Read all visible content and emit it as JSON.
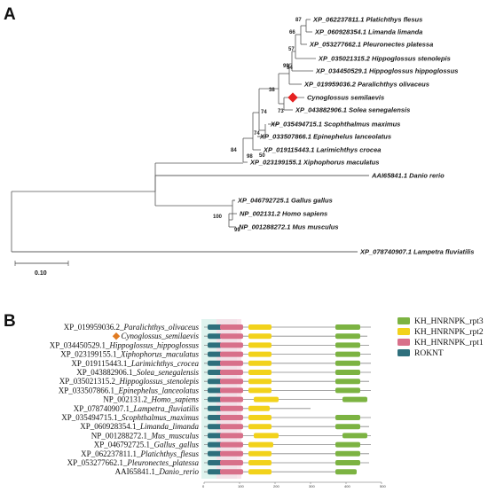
{
  "panel_a": {
    "label": "A",
    "scale_label": "0.10",
    "taxa": [
      {
        "acc": "XP_062237811.1",
        "species": "Platichthys flesus"
      },
      {
        "acc": "XP_060928354.1",
        "species": "Limanda limanda"
      },
      {
        "acc": "XP_053277662.1",
        "species": "Pleuronectes platessa"
      },
      {
        "acc": "XP_035021315.2",
        "species": "Hippoglossus stenolepis"
      },
      {
        "acc": "XP_034450529.1",
        "species": "Hippoglossus hippoglossus"
      },
      {
        "acc": "XP_019959036.2",
        "species": "Paralichthys olivaceus"
      },
      {
        "acc": "",
        "species": "Cynoglossus semilaevis"
      },
      {
        "acc": "XP_043882906.1",
        "species": "Solea senegalensis"
      },
      {
        "acc": "XP_035494715.1",
        "species": "Scophthalmus maximus"
      },
      {
        "acc": "XP_033507866.1",
        "species": "Epinephelus lanceolatus"
      },
      {
        "acc": "XP_019115443.1",
        "species": "Larimichthys crocea"
      },
      {
        "acc": "XP_023199155.1",
        "species": "Xiphophorus maculatus"
      },
      {
        "acc": "AAI65841.1",
        "species": "Danio rerio"
      },
      {
        "acc": "XP_046792725.1",
        "species": "Gallus gallus"
      },
      {
        "acc": "NP_002131.2",
        "species": "Homo sapiens"
      },
      {
        "acc": "NP_001288272.1",
        "species": "Mus musculus"
      },
      {
        "acc": "XP_078740907.1",
        "species": "Lampetra fluviatilis"
      }
    ],
    "bootstrap": [
      "87",
      "66",
      "57",
      "99",
      "94",
      "38",
      "73",
      "74",
      "74",
      "50",
      "98",
      "84",
      "100",
      "99"
    ]
  },
  "panel_b": {
    "label": "B",
    "rows": [
      {
        "acc": "XP_019959036.2",
        "species": "Paralichthys_olivaceus",
        "marker": false
      },
      {
        "acc": "",
        "species": "Cynoglossus_semilaevis",
        "marker": true
      },
      {
        "acc": "XP_034450529.1",
        "species": "Hippoglossus_hippoglossus",
        "marker": false
      },
      {
        "acc": "XP_023199155.1",
        "species": "Xiphophorus_maculatus",
        "marker": false
      },
      {
        "acc": "XP_019115443.1",
        "species": "Larimichthys_crocea",
        "marker": false
      },
      {
        "acc": "XP_043882906.1",
        "species": "Solea_senegalensis",
        "marker": false
      },
      {
        "acc": "XP_035021315.2",
        "species": "Hippoglossus_stenolepis",
        "marker": false
      },
      {
        "acc": "XP_033507866.1",
        "species": "Epinephelus_lanceolatus",
        "marker": false
      },
      {
        "acc": "NP_002131.2",
        "species": "Homo_sapiens",
        "marker": false
      },
      {
        "acc": "XP_078740907.1",
        "species": "Lampetra_fluviatilis",
        "marker": false
      },
      {
        "acc": "XP_035494715.1",
        "species": "Scophthalmus_maximus",
        "marker": false
      },
      {
        "acc": "XP_060928354.1",
        "species": "Limanda_limanda",
        "marker": false
      },
      {
        "acc": "NP_001288272.1",
        "species": "Mus_musculus",
        "marker": false
      },
      {
        "acc": "XP_046792725.1",
        "species": "Gallus_gallus",
        "marker": false
      },
      {
        "acc": "XP_062237811.1",
        "species": "Platichthys_flesus",
        "marker": false
      },
      {
        "acc": "XP_053277662.1",
        "species": "Pleuronectes_platessa",
        "marker": false
      },
      {
        "acc": "AAI65841.1",
        "species": "Danio_rerio",
        "marker": false
      }
    ],
    "legend": [
      {
        "name": "KH_HNRNPK_rpt3",
        "color": "#7cb342"
      },
      {
        "name": "KH_HNRNPK_rpt2",
        "color": "#f2d21b"
      },
      {
        "name": "KH_HNRNPK_rpt1",
        "color": "#d8708a"
      },
      {
        "name": "ROKNT",
        "color": "#2e6f7c"
      }
    ],
    "axis_ticks": [
      "0",
      "100",
      "200",
      "300",
      "400",
      "500"
    ]
  }
}
